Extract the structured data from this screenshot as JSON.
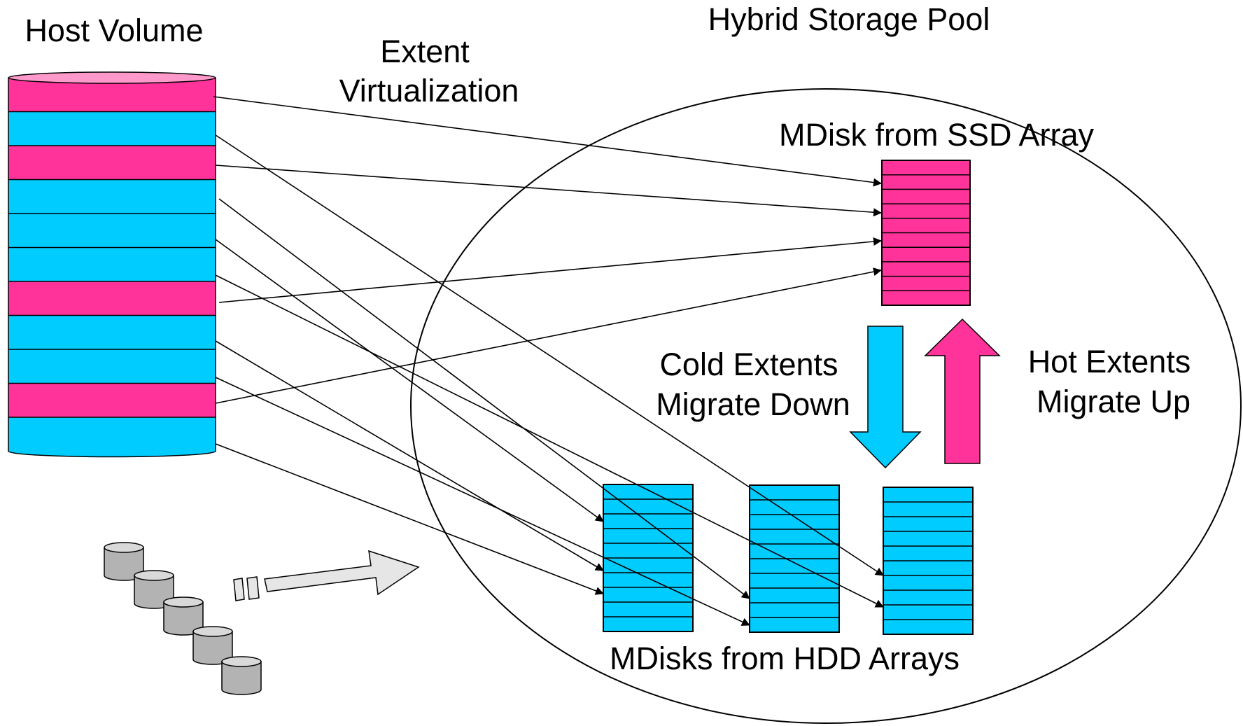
{
  "labels": {
    "host_volume": "Host Volume",
    "extent_line1": "Extent",
    "extent_line2": "Virtualization",
    "pool_title": "Hybrid Storage Pool",
    "ssd_mdisk": "MDisk from SSD Array",
    "cold_line1": "Cold Extents",
    "cold_line2": "Migrate Down",
    "hot_line1": "Hot Extents",
    "hot_line2": "Migrate Up",
    "hdd_mdisks": "MDisks from HDD Arrays"
  },
  "colors": {
    "hot": "#ff3399",
    "cold": "#00ccff",
    "cylinder_top": "#ff99cc",
    "small_disk": "#b3b3b3",
    "small_disk_top": "#d9d9d9",
    "right_arrow": "#e6e6e6",
    "line": "#000000"
  },
  "host_volume_stripes": [
    "hot",
    "cold",
    "hot",
    "cold",
    "cold",
    "cold",
    "hot",
    "cold",
    "cold",
    "hot",
    "cold"
  ],
  "ssd_array_slots": 10,
  "hdd_array_slots": 10,
  "hdd_array_count": 3,
  "small_disk_count": 5,
  "icons": {
    "cold_arrow": "arrow-down-icon",
    "hot_arrow": "arrow-up-icon",
    "import_arrow": "arrow-right-icon",
    "disks": "database-icon"
  }
}
